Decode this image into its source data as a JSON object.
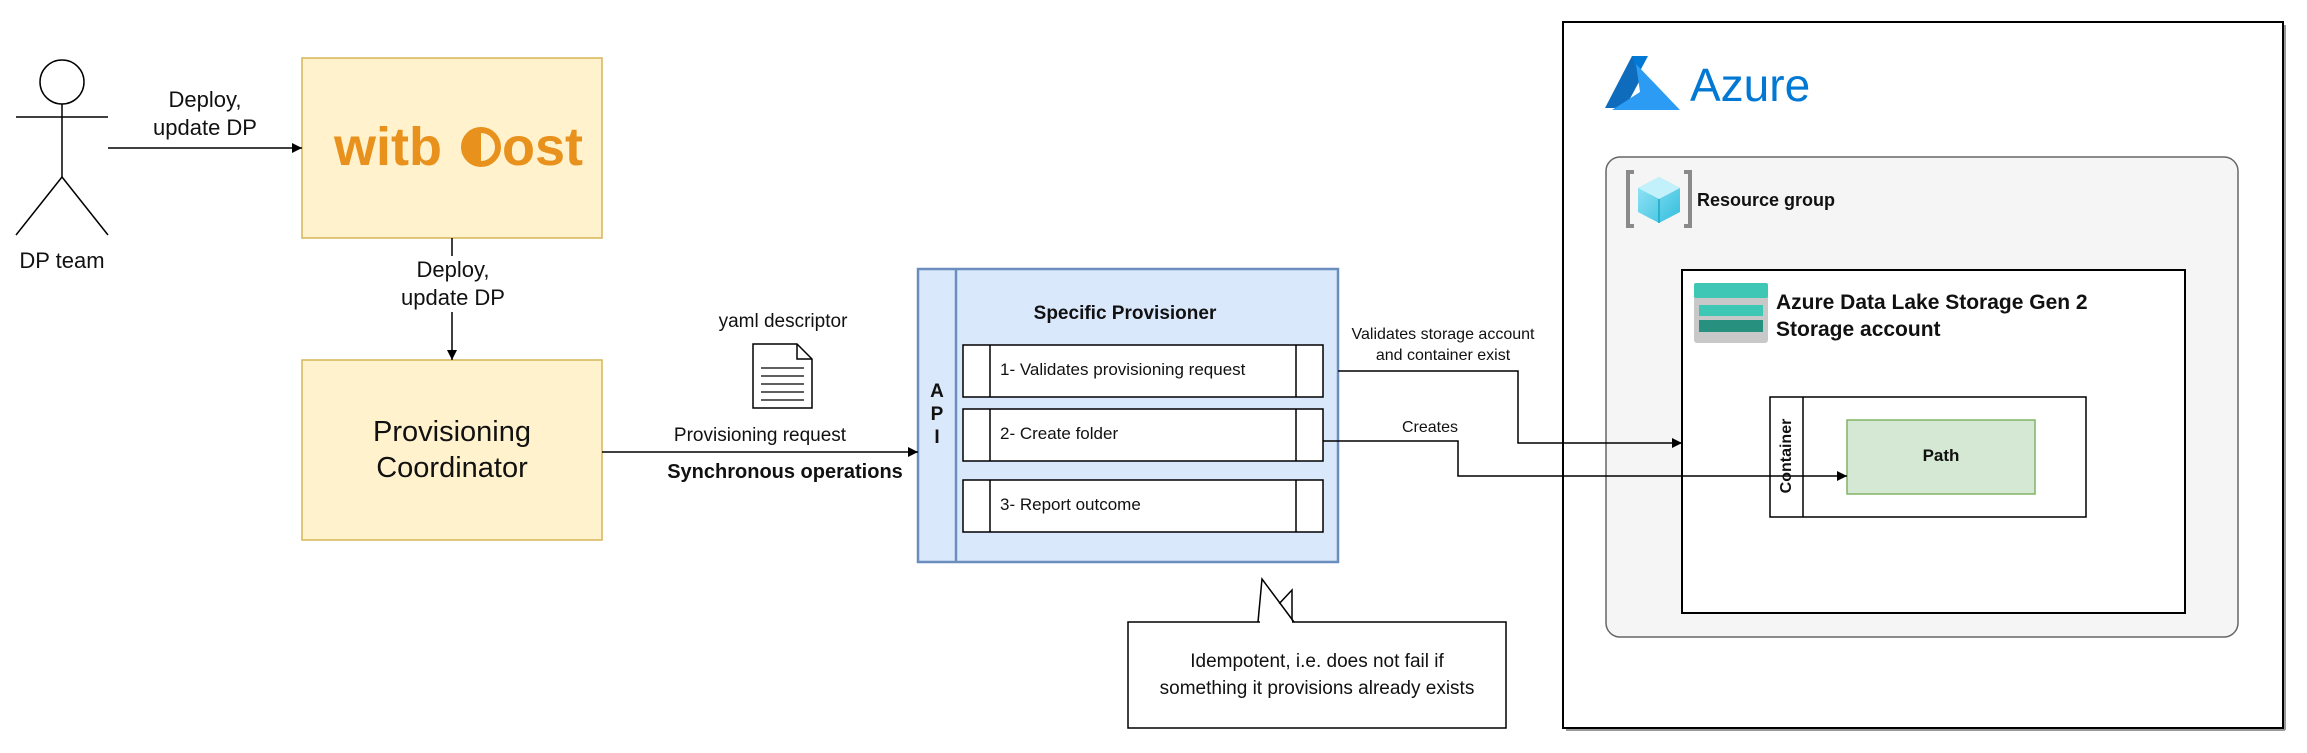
{
  "actor": {
    "label": "DP team"
  },
  "witboost": {
    "logo_text": "witboost"
  },
  "edges": {
    "team_to_witboost": "Deploy,\nupdate DP",
    "witboost_to_coordinator": "Deploy,\nupdate DP",
    "provisioning_request": "Provisioning request",
    "sync_ops": "Synchronous operations",
    "validates": "Validates storage account\nand container exist",
    "creates": "Creates"
  },
  "coordinator": {
    "label": "Provisioning\nCoordinator"
  },
  "descriptor": {
    "label": "yaml descriptor"
  },
  "provisioner": {
    "api_label": "A\nP\nI",
    "title": "Specific Provisioner",
    "steps": [
      "1- Validates provisioning request",
      "2- Create folder",
      "3- Report outcome"
    ]
  },
  "callout": {
    "text": "Idempotent, i.e. does not fail if\nsomething it provisions already exists"
  },
  "azure": {
    "title": "Azure",
    "resource_group": "Resource group",
    "storage_account": "Azure Data Lake Storage Gen 2\nStorage account",
    "container": "Container",
    "path": "Path"
  },
  "colors": {
    "witboost_fill": "#fff2cc",
    "witboost_stroke": "#d6b656",
    "witboost_orange": "#e8911c",
    "provisioner_fill": "#dae8fc",
    "provisioner_stroke": "#6c8ebf",
    "path_fill": "#d5e8d4",
    "path_stroke": "#82b366",
    "resource_group_fill": "#f5f5f5",
    "azure_blue": "#0078d4"
  }
}
